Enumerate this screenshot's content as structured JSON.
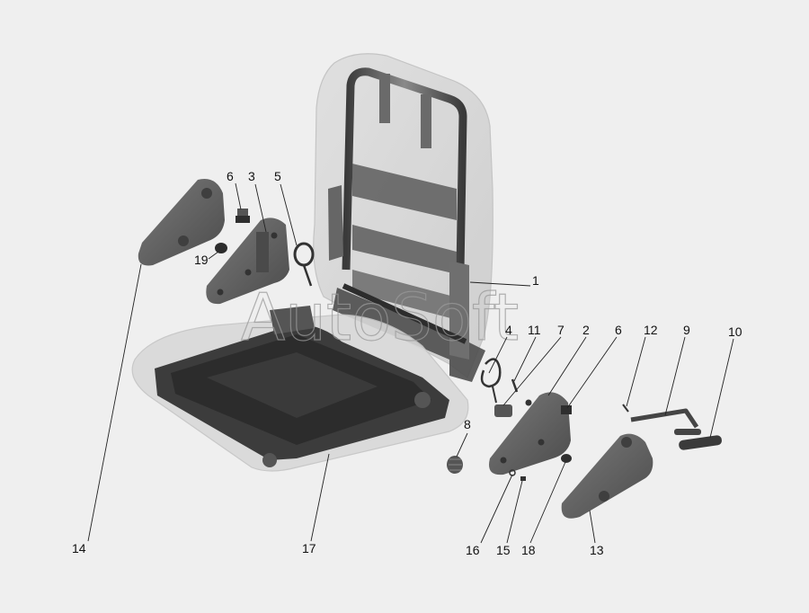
{
  "watermark": "AutoSoft",
  "callouts": {
    "c1": "1",
    "c2": "2",
    "c3": "3",
    "c4": "4",
    "c5": "5",
    "c6a": "6",
    "c6b": "6",
    "c7": "7",
    "c8": "8",
    "c9": "9",
    "c10": "10",
    "c11": "11",
    "c12": "12",
    "c13": "13",
    "c14": "14",
    "c15": "15",
    "c16": "16",
    "c17": "17",
    "c18": "18",
    "c19": "19"
  },
  "colors": {
    "background": "#efefef",
    "part_dark": "#4a4a4a",
    "part_mid": "#6b6b6b",
    "cushion_translucent": "#d6d6d6"
  }
}
